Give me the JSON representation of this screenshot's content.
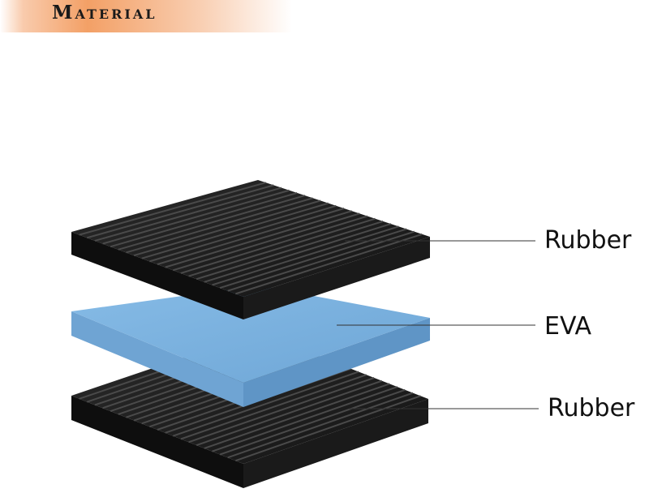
{
  "header": {
    "title": "Material"
  },
  "colors": {
    "header_accent": "#f3a066",
    "rubber": "#1c1c1c",
    "eva": "#7fb2dc"
  },
  "layers": [
    {
      "label": "Rubber",
      "material": "rubber"
    },
    {
      "label": "EVA",
      "material": "eva"
    },
    {
      "label": "Rubber",
      "material": "rubber"
    }
  ]
}
